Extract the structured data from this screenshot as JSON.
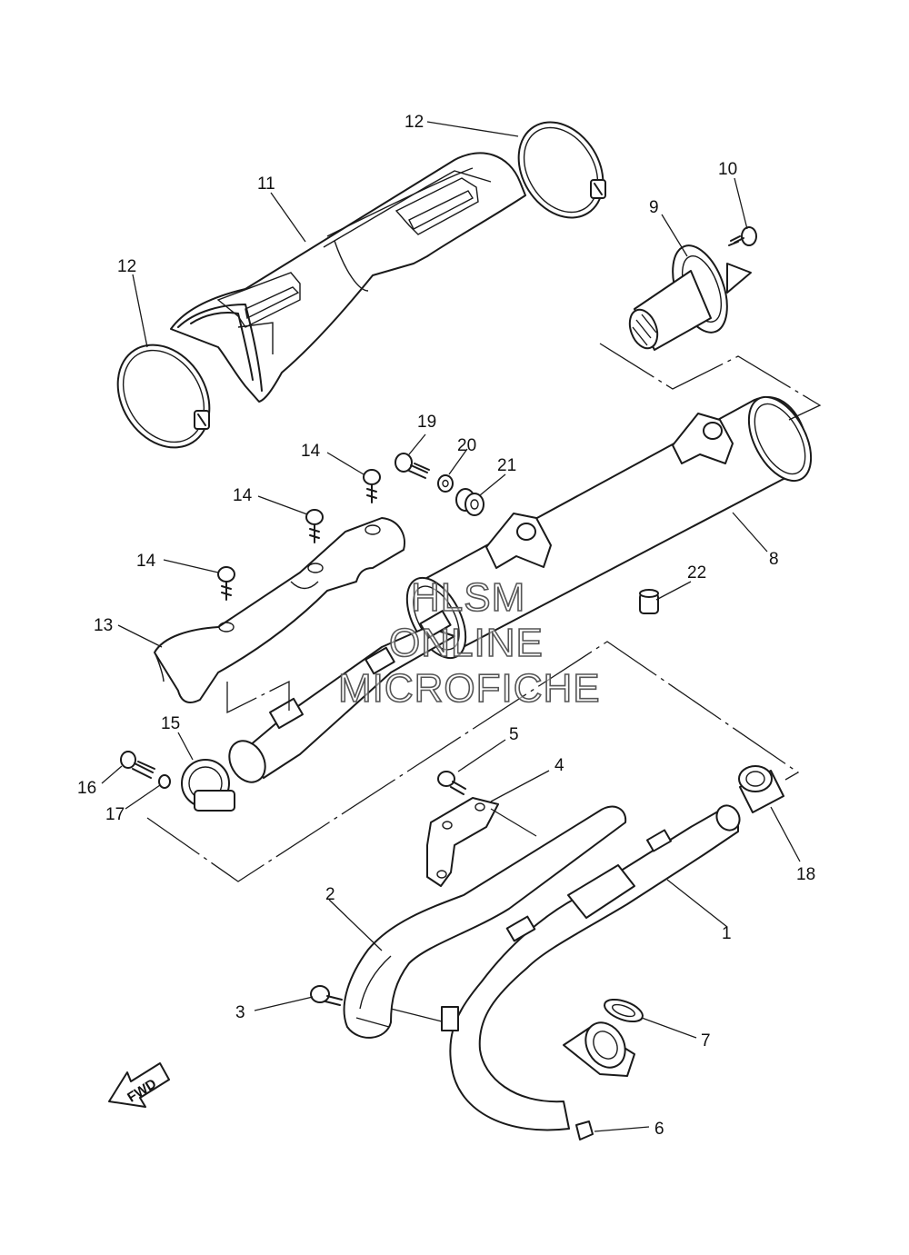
{
  "callouts": {
    "c1": "1",
    "c2": "2",
    "c3": "3",
    "c4": "4",
    "c5": "5",
    "c6": "6",
    "c7": "7",
    "c8": "8",
    "c9": "9",
    "c10": "10",
    "c11": "11",
    "c12a": "12",
    "c12b": "12",
    "c13": "13",
    "c14a": "14",
    "c14b": "14",
    "c14c": "14",
    "c15": "15",
    "c16": "16",
    "c17": "17",
    "c18": "18",
    "c19": "19",
    "c20": "20",
    "c21": "21",
    "c22": "22"
  },
  "watermark": {
    "line1": "HLSM",
    "line2": "ONLINE",
    "line3": "MICROFICHE"
  },
  "direction_arrow": {
    "label": "FWD"
  }
}
